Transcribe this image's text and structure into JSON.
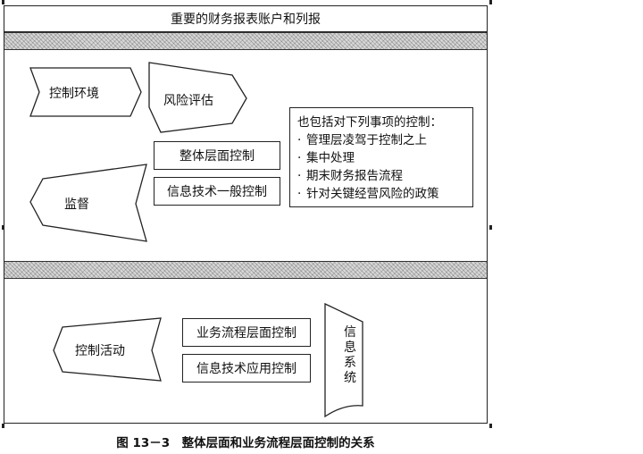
{
  "header": {
    "title": "重要的财务报表账户和列报"
  },
  "entity_level": {
    "control_environment": "控制环境",
    "risk_assessment": "风险评估",
    "monitoring": "监督",
    "entity_level_controls": "整体层面控制",
    "it_general_controls": "信息技术一般控制",
    "note": {
      "heading": "也包括对下列事项的控制：",
      "items": [
        "管理层凌驾于控制之上",
        "集中处理",
        "期末财务报告流程",
        "针对关键经营风险的政策"
      ]
    }
  },
  "process_level": {
    "control_activities": "控制活动",
    "business_process_controls": "业务流程层面控制",
    "it_application_controls": "信息技术应用控制",
    "information_system": "信息系统"
  },
  "caption": "图 13－3　整体层面和业务流程层面控制的关系"
}
